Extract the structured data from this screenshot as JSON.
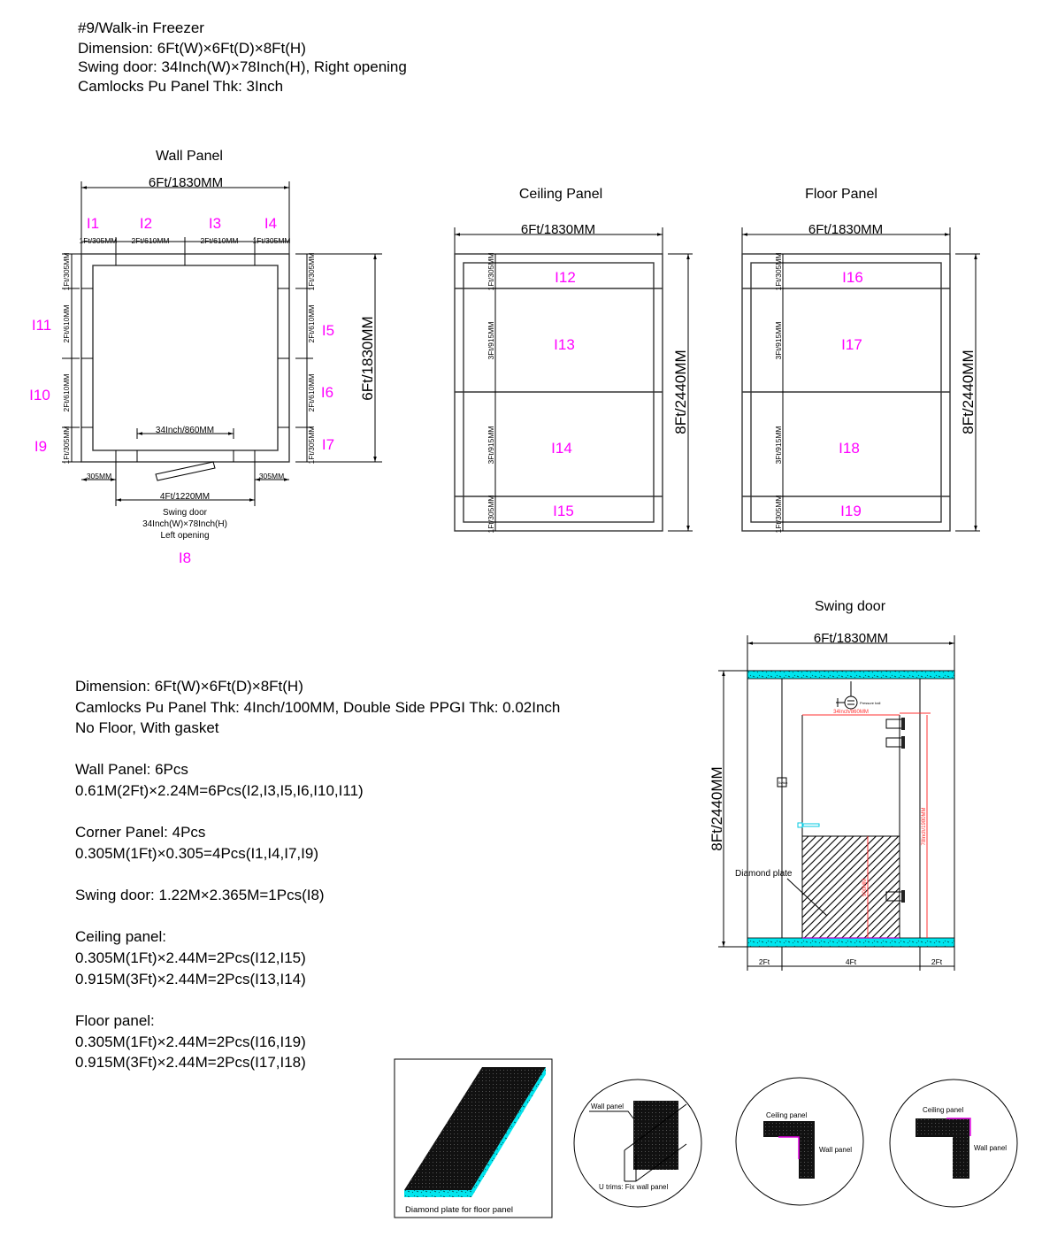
{
  "header": {
    "lines": [
      "#9/Walk-in Freezer",
      "Dimension: 6Ft(W)×6Ft(D)×8Ft(H)",
      "Swing door: 34Inch(W)×78Inch(H), Right opening",
      "Camlocks Pu Panel Thk: 3Inch"
    ]
  },
  "wall_panel": {
    "title": "Wall Panel",
    "width_dim": "6Ft/1830MM",
    "depth_dim": "6Ft/1830MM",
    "top_labels": [
      "I1",
      "I2",
      "I3",
      "I4"
    ],
    "top_dims": [
      "1Ft/305MM",
      "2Ft/610MM",
      "2Ft/610MM",
      "1Ft/305MM"
    ],
    "left_labels": [
      "I11",
      "I10",
      "I9"
    ],
    "right_labels": [
      "I5",
      "I6",
      "I7"
    ],
    "side_dims": [
      "1Ft/305MM",
      "2Ft/610MM",
      "2Ft/610MM",
      "1Ft/305MM"
    ],
    "door_width_dim": "34Inch/860MM",
    "bottom_dims": [
      "305MM",
      "4Ft/1220MM",
      "305MM"
    ],
    "door_note": [
      "Swing door",
      "34Inch(W)×78Inch(H)",
      "Left opening"
    ],
    "door_label": "I8"
  },
  "ceiling_panel": {
    "title": "Ceiling Panel",
    "width_dim": "6Ft/1830MM",
    "length_dim": "8Ft/2440MM",
    "side_dims": [
      "1Ft/305MM",
      "3Ft/915MM",
      "3Ft/915MM",
      "1Ft/305MM"
    ],
    "labels": [
      "I12",
      "I13",
      "I14",
      "I15"
    ]
  },
  "floor_panel": {
    "title": "Floor Panel",
    "width_dim": "6Ft/1830MM",
    "length_dim": "8Ft/2440MM",
    "side_dims": [
      "1Ft/305MM",
      "3Ft/915MM",
      "3Ft/915MM",
      "1Ft/305MM"
    ],
    "labels": [
      "I16",
      "I17",
      "I18",
      "I19"
    ]
  },
  "swing_door": {
    "title": "Swing door",
    "width_dim": "6Ft/1830MM",
    "height_dim": "8Ft/2440MM",
    "bottom_dims": [
      "2Ft",
      "4Ft",
      "2Ft"
    ],
    "door_width": "34Inch/860MM",
    "door_height": "78Inch/1980MM",
    "plate_height": "900MM",
    "pressure_ball": "Pressure ball",
    "switch": "Switch",
    "diamond_plate": "Diamond plate",
    "colors": {
      "insulation": "#00e5ee",
      "dimension": "#ff3030",
      "label": "#ff00ff"
    }
  },
  "spec": {
    "lines": [
      "Dimension: 6Ft(W)×6Ft(D)×8Ft(H)",
      "Camlocks Pu Panel Thk: 4Inch/100MM, Double Side PPGI Thk: 0.02Inch",
      "No Floor, With gasket",
      "Wall Panel: 6Pcs",
      "0.61M(2Ft)×2.24M=6Pcs(I2,I3,I5,I6,I10,I11)",
      "Corner Panel: 4Pcs",
      "0.305M(1Ft)×0.305=4Pcs(I1,I4,I7,I9)",
      "Swing door: 1.22M×2.365M=1Pcs(I8)",
      "Ceiling panel:",
      "0.305M(1Ft)×2.44M=2Pcs(I12,I15)",
      "0.915M(3Ft)×2.44M=2Pcs(I13,I14)",
      "Floor panel:",
      "0.305M(1Ft)×2.44M=2Pcs(I16,I19)",
      "0.915M(3Ft)×2.44M=2Pcs(I17,I18)"
    ]
  },
  "details": {
    "floor_plate_caption": "Diamond plate for floor panel",
    "u_trim": {
      "wall_label": "Wall panel",
      "caption": "U trims: Fix wall panel"
    },
    "corner1": {
      "ceiling_label": "Ceiling panel",
      "wall_label": "Wall panel"
    },
    "corner2": {
      "ceiling_label": "Ceiling panel",
      "wall_label": "Wall panel"
    }
  }
}
